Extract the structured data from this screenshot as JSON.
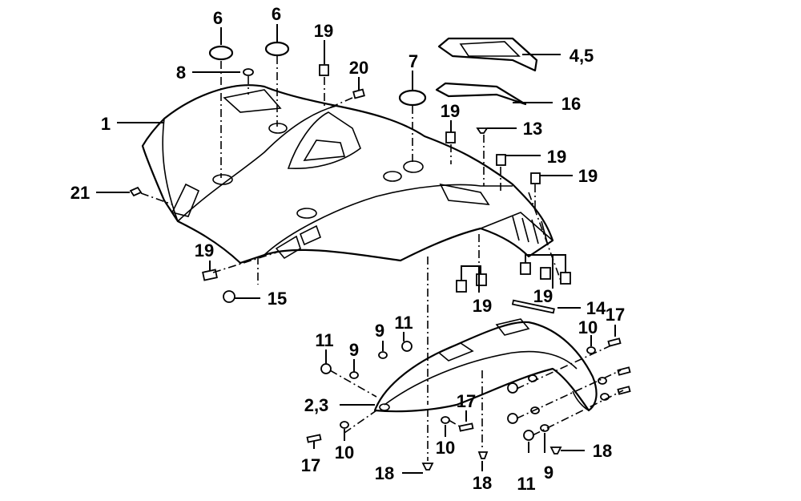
{
  "labels": {
    "l1": "1",
    "l6a": "6",
    "l6b": "6",
    "l7": "7",
    "l8": "8",
    "l19a": "19",
    "l20": "20",
    "l45": "4,5",
    "l16": "16",
    "l19b": "19",
    "l13": "13",
    "l19c": "19",
    "l19d": "19",
    "l21": "21",
    "l19e": "19",
    "l15": "15",
    "l19f": "19",
    "l19g": "19",
    "l14": "14",
    "l17a": "17",
    "l10a": "10",
    "l11a": "11",
    "l9a": "9",
    "l11b": "11",
    "l9b": "9",
    "l23": "2,3",
    "l17b": "17",
    "l10b": "10",
    "l17c": "17",
    "l10c": "10",
    "l18a": "18",
    "l18b": "18",
    "l11c": "11",
    "l9c": "9",
    "l18c": "18"
  }
}
